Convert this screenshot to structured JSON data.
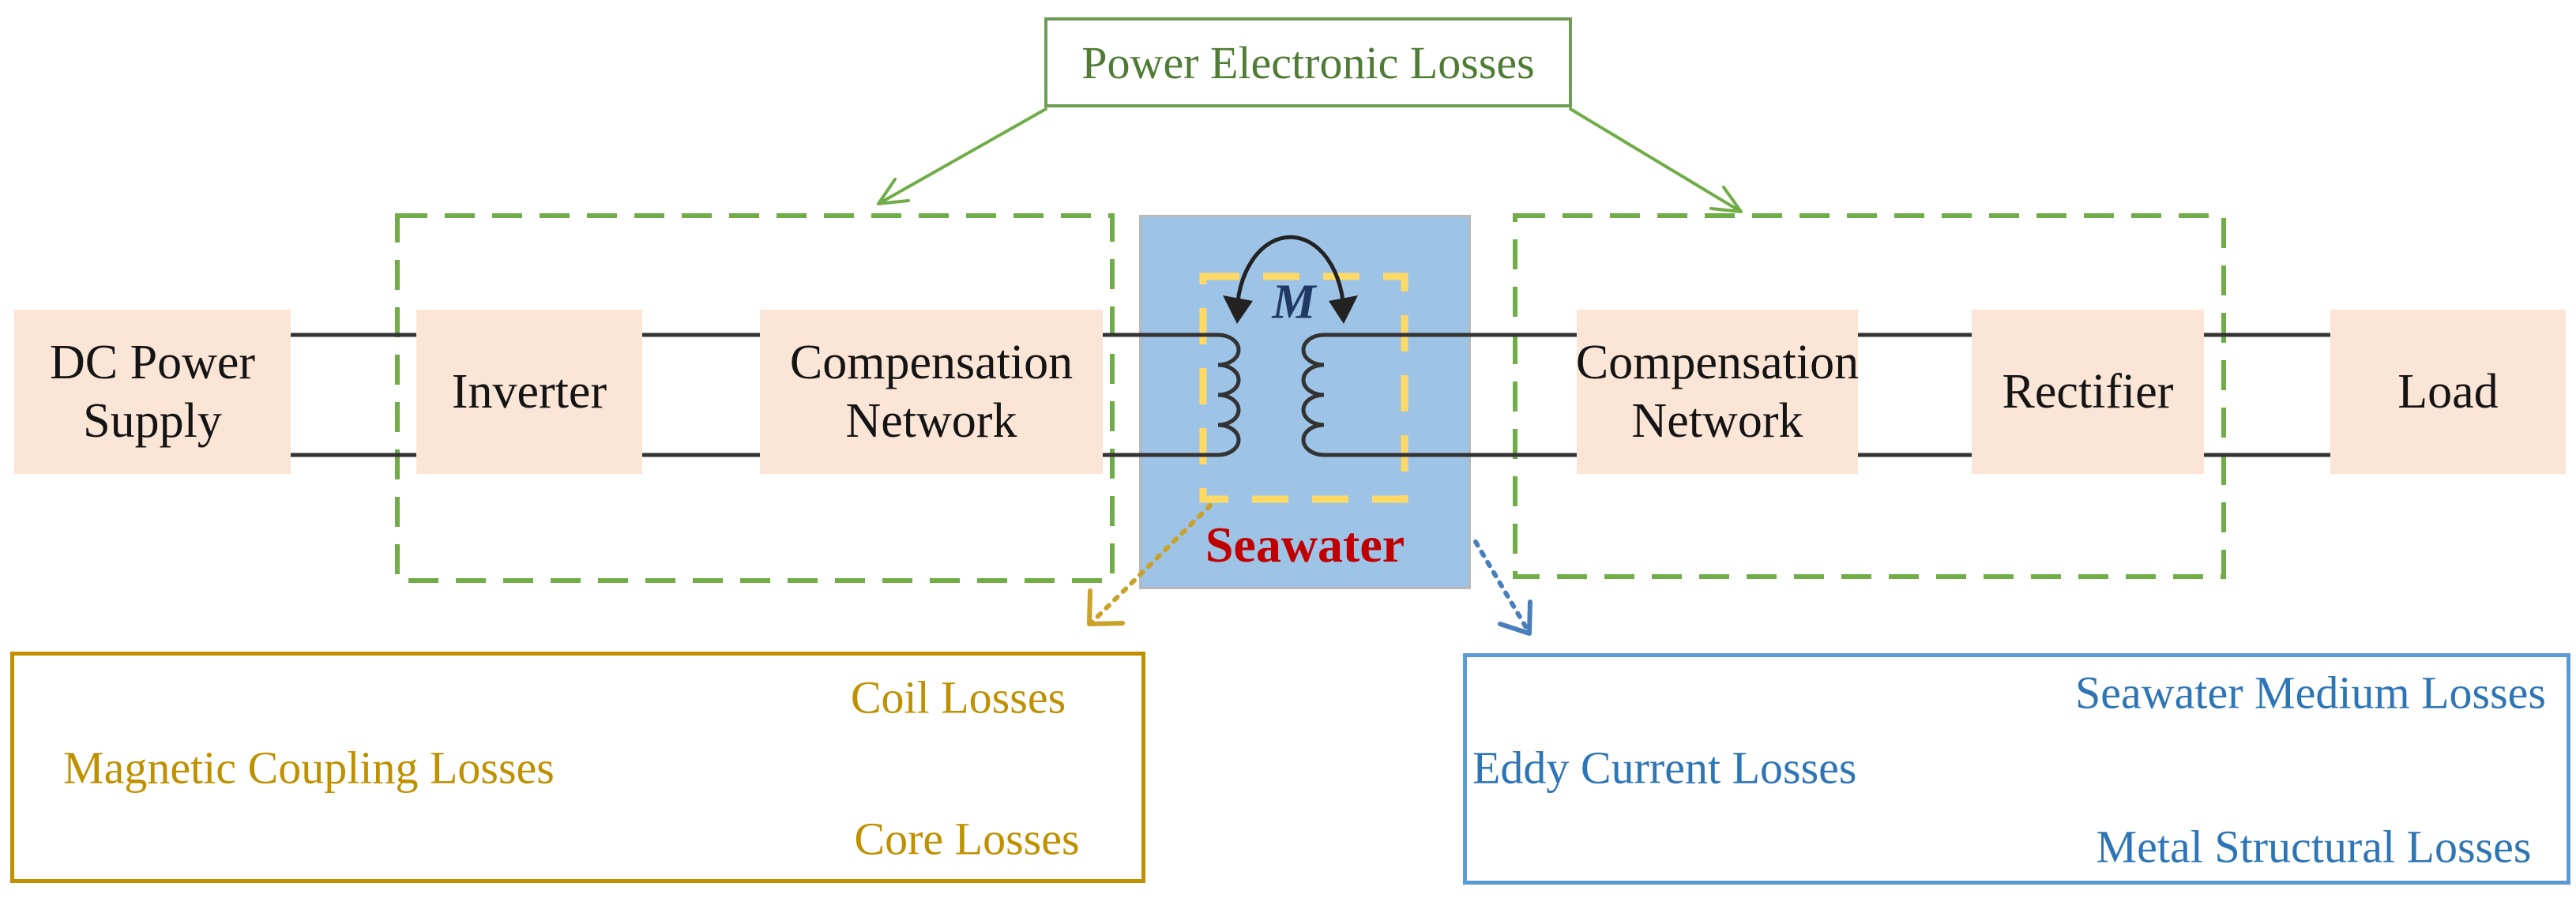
{
  "top_label": {
    "text": "Power Electronic Losses"
  },
  "blocks": {
    "dc_power_supply": "DC Power Supply",
    "inverter": "Inverter",
    "compensation_network_tx": "Compensation Network",
    "compensation_network_rx": "Compensation Network",
    "rectifier": "Rectifier",
    "load": "Load"
  },
  "seawater": {
    "region_label": "Seawater",
    "mutual_inductance": "M"
  },
  "magnetic_losses": {
    "label": "Magnetic Coupling Losses",
    "items": [
      "Coil Losses",
      "Core Losses"
    ]
  },
  "eddy_losses": {
    "label": "Eddy Current Losses",
    "items": [
      "Seawater Medium Losses",
      "Metal Structural Losses"
    ]
  },
  "icons": {
    "power_electronic_arrow_left": "green-arrow-down-left",
    "power_electronic_arrow_right": "green-arrow-down-right",
    "magnetic_losses_arrow": "gold-dotted-arrow-down-left",
    "eddy_losses_arrow": "blue-dotted-arrow-down-right",
    "mutual_coupling_arc": "double-headed-arc-arrow"
  },
  "colors": {
    "block_fill": "#FBE5D6",
    "seawater_fill": "#9DC3E6",
    "dash_yellow": "#FFD966",
    "dash_green": "#70AD47",
    "green_text": "#4F7B34",
    "green_border": "#6D9C54",
    "gold": "#BF9000",
    "gold_arrow": "#C9A227",
    "blue_border": "#5B9BD5",
    "blue_text": "#2E75B6",
    "blue_arrow": "#4A7EBB",
    "red_text": "#C00000",
    "navy_text": "#1F3864",
    "wire": "#333333"
  }
}
